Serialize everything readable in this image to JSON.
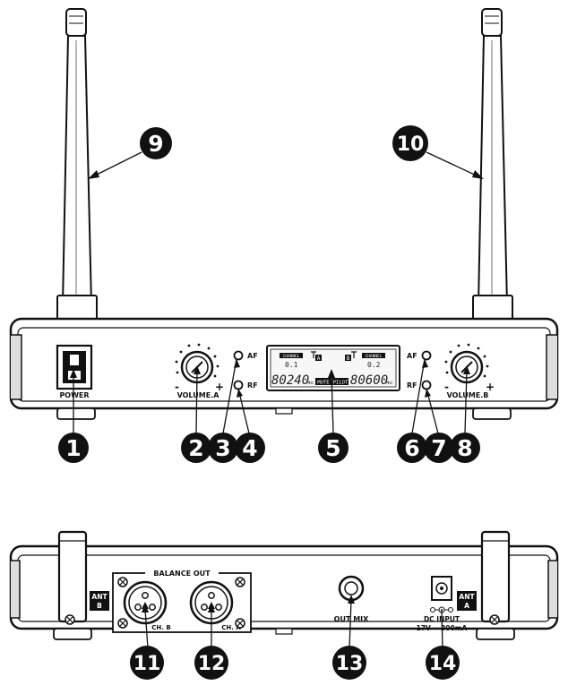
{
  "front": {
    "power_label": "POWER",
    "volume_a_label": "VOLUME.A",
    "volume_b_label": "VOLUME.B",
    "af_label": "AF",
    "rf_label": "RF",
    "minus": "-",
    "plus": "+",
    "lcd": {
      "channel_label": "CHANNEL",
      "ch_a_value": "0.1",
      "ch_b_value": "0.2",
      "freq_a": "80240",
      "freq_b": "80600",
      "unit": "MHz",
      "mute": "MUTE",
      "pilot": "PILOT",
      "ant_a": "A",
      "ant_b": "B"
    }
  },
  "back": {
    "balance_out_label": "BALANCE OUT",
    "ch_b_label": "CH. B",
    "ch_a_label": "CH. A",
    "out_mix_label": "OUT MIX",
    "dc_input_label": "DC INPUT",
    "dc_spec": "17V ⎓ 300mA",
    "ant_b_badge": [
      "ANT",
      "B"
    ],
    "ant_a_badge": [
      "ANT",
      "A"
    ]
  },
  "callouts": [
    "1",
    "2",
    "3",
    "4",
    "5",
    "6",
    "7",
    "8",
    "9",
    "10",
    "11",
    "12",
    "13",
    "14"
  ]
}
